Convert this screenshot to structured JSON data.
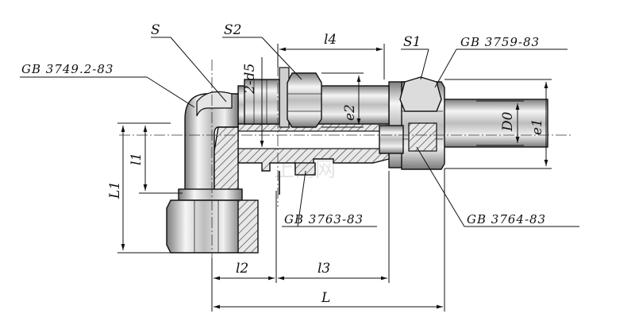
{
  "labels": {
    "S": "S",
    "S2": "S2",
    "l4": "l4",
    "S1": "S1",
    "gb_3759": "GB 3759-83",
    "gb_3749": "GB 3749.2-83",
    "d5": "2-d5",
    "e2": "e2",
    "D0": "D0",
    "e1": "e1",
    "l1": "l1",
    "L1": "L1",
    "gb_3763": "GB 3763-83",
    "gb_3764": "GB 3764-83",
    "l2": "l2",
    "l3": "l3",
    "L": "L"
  },
  "watermark": "上商网",
  "colors": {
    "line": "#111111",
    "metal_light": "#f2f2f2",
    "metal_dark": "#8a8a8a"
  }
}
